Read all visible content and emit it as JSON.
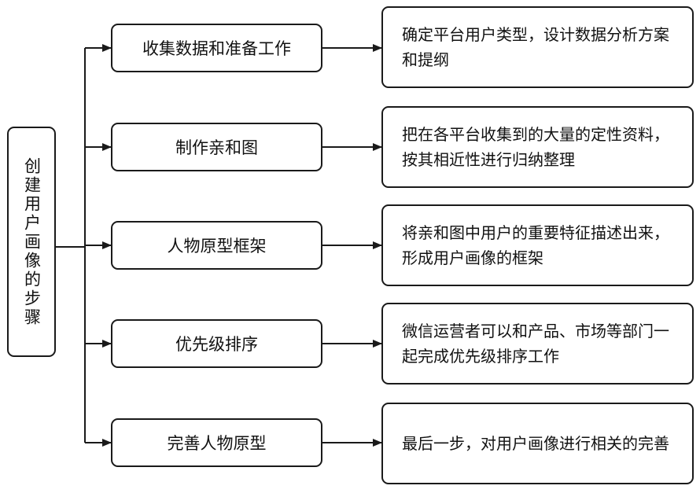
{
  "root": {
    "title": "创建用户画像的步骤"
  },
  "steps": [
    {
      "label": "收集数据和准备工作",
      "description": "确定平台用户类型，设计数据分析方案和提纲"
    },
    {
      "label": "制作亲和图",
      "description": "把在各平台收集到的大量的定性资料，按其相近性进行归纳整理"
    },
    {
      "label": "人物原型框架",
      "description": "将亲和图中用户的重要特征描述出来，形成用户画像的框架"
    },
    {
      "label": "优先级排序",
      "description": "微信运营者可以和产品、市场等部门一起完成优先级排序工作"
    },
    {
      "label": "完善人物原型",
      "description": "最后一步，对用户画像进行相关的完善"
    }
  ]
}
